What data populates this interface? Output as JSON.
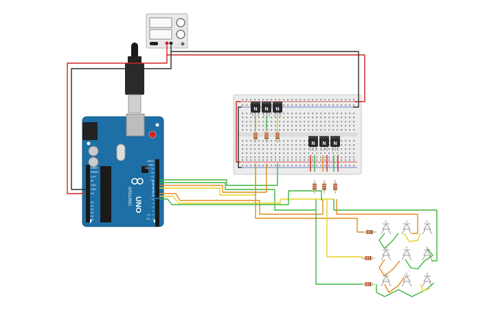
{
  "board": {
    "brand": "ARDUINO",
    "model": "UNO",
    "on_label": "ON",
    "power_header": [
      "IOREF",
      "RESET",
      "3.3V",
      "5V",
      "GND",
      "GND",
      "Vin"
    ],
    "analog_header": [
      "A0",
      "A1",
      "A2",
      "A3",
      "A4",
      "A5"
    ],
    "digital_header": [
      "AREF",
      "GND",
      "13",
      "12",
      "~11",
      "~10",
      "~9",
      "8",
      "7",
      "~6",
      "~5",
      "4",
      "~3",
      "2",
      "TX→1",
      "RX←0"
    ],
    "digital_title": "DIGITAL (PWM~)",
    "power_title": "POWER",
    "analog_title": "ANALOG IN"
  },
  "transistor_label": "N",
  "led_label": "7L",
  "colors": {
    "red": "#d22020",
    "black": "#2a2a2a",
    "green": "#3cb43c",
    "orange": "#e08a1a",
    "yellow": "#e6d21e",
    "board": "#1d6fa5",
    "breadboard": "#eeeeee"
  }
}
